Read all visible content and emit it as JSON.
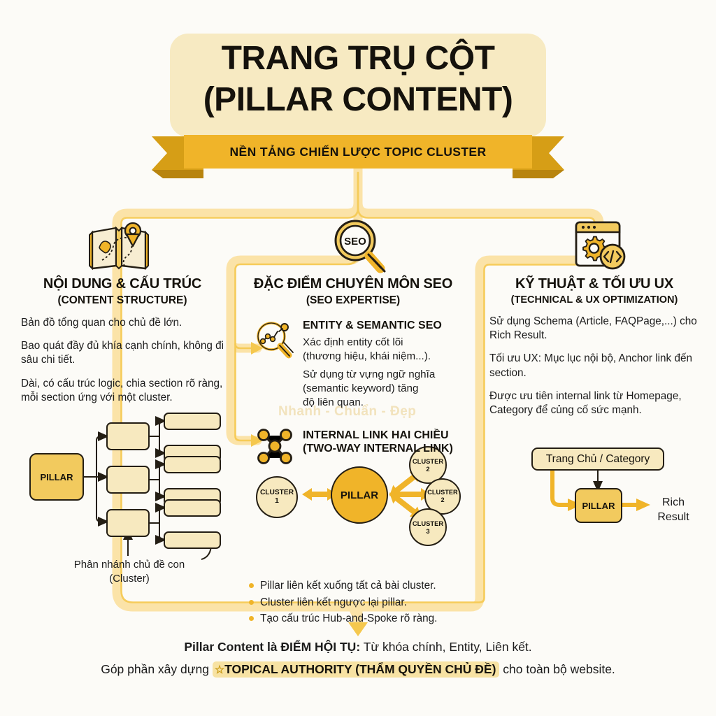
{
  "title": {
    "line1": "TRANG TRỤ CỘT",
    "line2": "(PILLAR CONTENT)"
  },
  "ribbon": {
    "label": "NỀN TẢNG CHIẾN LƯỢC TOPIC CLUSTER"
  },
  "watermark": "Nhanh - Chuẩn - Đẹp",
  "columns": {
    "left": {
      "icon": "open-book-map-icon",
      "title": "NỘI DUNG & CẤU TRÚC",
      "subtitle": "(CONTENT STRUCTURE)",
      "paragraphs": [
        "Bản đồ tổng quan cho chủ đề lớn.",
        "Bao quát đầy đủ khía cạnh chính, không đi sâu chi tiết.",
        "Dài, có cấu trúc logic, chia section rõ ràng, mỗi section ứng với một cluster."
      ],
      "diagram": {
        "root_label": "PILLAR",
        "caption_line1": "Phân nhánh chủ đề con",
        "caption_line2": "(Cluster)"
      }
    },
    "middle": {
      "icon": "seo-magnifier-icon",
      "title": "ĐẶC ĐIỂM CHUYÊN MÔN SEO",
      "subtitle": "(SEO EXPERTISE)",
      "blocks": [
        {
          "icon": "chart-magnifier-icon",
          "title": "ENTITY & SEMANTIC SEO",
          "body_lines": [
            "Xác định entity cốt lõi",
            "(thương hiệu, khái niệm...).",
            "Sử dụng từ vựng ngữ nghĩa",
            "(semantic keyword) tăng",
            "độ liên quan."
          ]
        },
        {
          "icon": "network-nodes-icon",
          "title_line1": "INTERNAL LINK HAI CHIỀU",
          "title_line2": "(TWO-WAY INTERNAL LINK)"
        }
      ],
      "hub_diagram": {
        "center": "PILLAR",
        "nodes": [
          {
            "label": "CLUSTER",
            "num": "1"
          },
          {
            "label": "CLUSTER",
            "num": "2"
          },
          {
            "label": "CLUSTER",
            "num": "2"
          },
          {
            "label": "CLUSTER",
            "num": "3"
          }
        ]
      },
      "bullets": [
        "Pillar liên kết xuống tất cả bài cluster.",
        "Cluster liên kết ngược lại pillar.",
        "Tạo cấu trúc Hub-and-Spoke rõ ràng."
      ]
    },
    "right": {
      "icon": "browser-gear-code-icon",
      "title": "KỸ THUẬT & TỐI ƯU UX",
      "subtitle": "(TECHNICAL & UX OPTIMIZATION)",
      "paragraphs": [
        "Sử dụng Schema (Article, FAQPage,...) cho Rich Result.",
        "Tối ưu UX: Mục lục nội bộ, Anchor link đến section.",
        "Được ưu tiên internal link từ Homepage, Category để củng cố sức mạnh."
      ],
      "diagram": {
        "source": "Trang Chủ / Category",
        "pillar": "PILLAR",
        "result_line1": "Rich",
        "result_line2": "Result"
      }
    }
  },
  "footer": {
    "line1_bold": "Pillar Content là ĐIỂM HỘI TỤ:",
    "line1_rest": " Từ khóa chính, Entity, Liên kết.",
    "line2_pre": "Góp phần xây dựng ",
    "line2_star": "☆",
    "line2_hi": "TOPICAL AUTHORITY (THẨM QUYỀN CHỦ ĐỀ)",
    "line2_post": " cho toàn bộ website."
  },
  "colors": {
    "background": "#FCFBF7",
    "title_card": "#F7EAC2",
    "ribbon": "#F0B429",
    "ribbon_dark": "#D69E16",
    "accent": "#F0B429",
    "pillar_fill": "#F2CA5E",
    "box_fill": "#F7E9BF",
    "outline": "#241E14",
    "connector_light": "#FBE3A8",
    "connector_mid": "#F5C84E",
    "text": "#15120C"
  }
}
